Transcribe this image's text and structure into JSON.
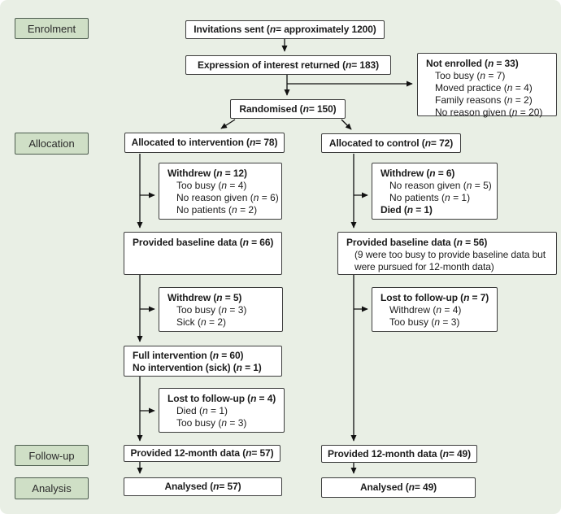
{
  "figure": {
    "type": "consort-flow-diagram",
    "colors": {
      "panel_bg": "#e9efe5",
      "stage_fill": "#cfdfc6",
      "stage_border": "#4c5c4e",
      "box_fill": "#ffffff",
      "box_border": "#3d3d3d",
      "line": "#111111"
    }
  },
  "stages": [
    {
      "label": "Enrolment"
    },
    {
      "label": "Allocation"
    },
    {
      "label": "Follow-up"
    },
    {
      "label": "Analysis"
    }
  ],
  "boxes": {
    "invitations": "Invitations sent (n = approximately 1200)",
    "expression": "Expression of interest returned (n = 183)",
    "not_enrolled": {
      "title": "Not enrolled (n = 33)",
      "reasons": [
        "Too busy (n = 7)",
        "Moved practice (n = 4)",
        "Family reasons (n = 2)",
        "No reason given (n = 20)"
      ]
    },
    "randomised": "Randomised (n = 150)",
    "alloc_intervention": "Allocated to intervention (n = 78)",
    "alloc_control": "Allocated to control (n = 72)",
    "withdrew_int1": {
      "title": "Withdrew (n = 12)",
      "reasons": [
        "Too busy (n = 4)",
        "No reason given (n = 6)",
        "No patients (n = 2)"
      ]
    },
    "withdrew_ctrl": {
      "title": "Withdrew (n = 6)",
      "reasons": [
        "No reason given (n = 5)",
        "No patients (n = 1)"
      ],
      "footer": "Died (n = 1)"
    },
    "baseline_int": {
      "title": "Provided baseline data (n = 66)"
    },
    "baseline_ctrl": {
      "title": "Provided baseline data (n = 56)",
      "note": "(9 were too busy to provide baseline data but were pursued for 12-month data)"
    },
    "withdrew_int2": {
      "title": "Withdrew (n = 5)",
      "reasons": [
        "Too busy (n = 3)",
        "Sick (n = 2)"
      ]
    },
    "lost_ctrl": {
      "title": "Lost to follow-up (n = 7)",
      "reasons": [
        "Withdrew (n = 4)",
        "Too busy (n = 3)"
      ]
    },
    "full_intervention": {
      "line1": "Full intervention (n = 60)",
      "line2": "No intervention (sick) (n = 1)"
    },
    "lost_int": {
      "title": "Lost to follow-up (n = 4)",
      "reasons": [
        "Died (n = 1)",
        "Too busy (n = 3)"
      ]
    },
    "month12_int": "Provided 12-month data (n = 57)",
    "month12_ctrl": "Provided 12-month data (n = 49)",
    "analysed_int": "Analysed (n = 57)",
    "analysed_ctrl": "Analysed (n = 49)"
  }
}
